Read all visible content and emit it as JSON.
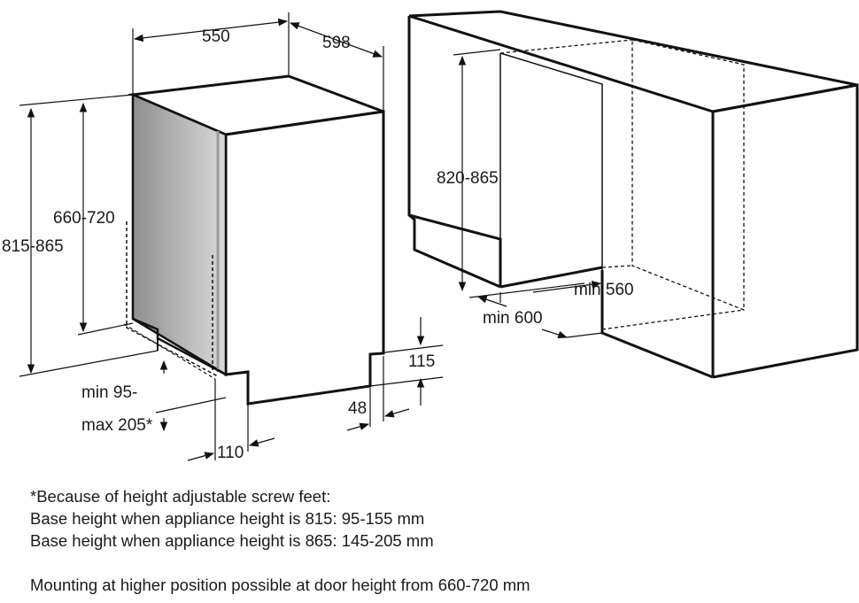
{
  "diagram": {
    "appliance": {
      "depth_label": "550",
      "width_label": "598",
      "height_label": "815-865",
      "door_height_label": "660-720",
      "base_label_line1": "min 95-",
      "base_label_line2": "max 205*",
      "toe_depth_label": "110",
      "plinth_height_label": "115",
      "plinth_depth_label": "48"
    },
    "cabinet": {
      "niche_height_label": "820-865",
      "niche_depth_label": "min 560",
      "niche_width_label": "min 600"
    }
  },
  "notes": {
    "footnote_title": "*Because of height adjustable screw feet:",
    "line_815": "Base height when appliance height is 815: 95-155 mm",
    "line_865": "Base height when appliance height is 865: 145-205 mm",
    "mounting": "Mounting at higher position possible at door height from 660-720 mm"
  }
}
